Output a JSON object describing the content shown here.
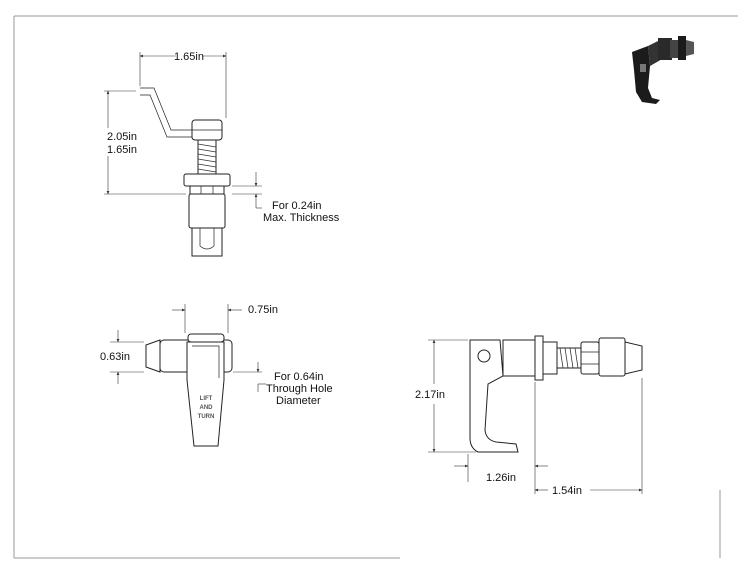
{
  "top_view": {
    "width_dim": "1.65in",
    "height_dim_1": "2.05in",
    "height_dim_2": "1.65in",
    "thickness_note_1": "For 0.24in",
    "thickness_note_2": "Max. Thickness"
  },
  "front_view": {
    "width_dim": "0.75in",
    "height_dim": "0.63in",
    "engraving": [
      "LIFT",
      "AND",
      "TURN"
    ],
    "hole_note_1": "For 0.64in",
    "hole_note_2": "Through Hole",
    "hole_note_3": "Diameter"
  },
  "side_view": {
    "height_dim": "2.17in",
    "reach_dim_1": "1.26in",
    "reach_dim_2": "1.54in"
  }
}
